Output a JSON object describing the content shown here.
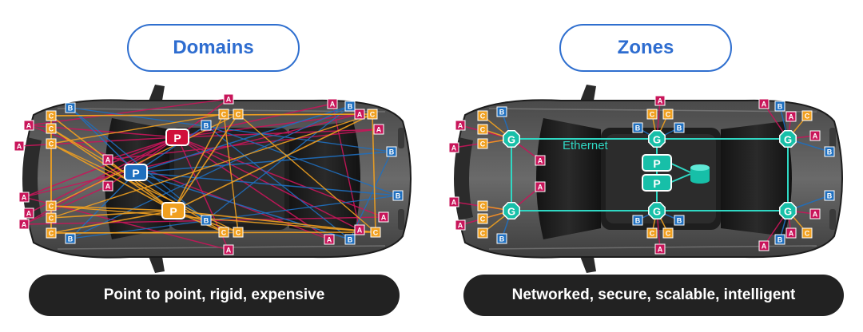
{
  "left_panel": {
    "title": "Domains",
    "caption": "Point to point, rigid, expensive",
    "node_labels": {
      "a": "A",
      "b": "B",
      "c": "C",
      "p": "P"
    }
  },
  "right_panel": {
    "title": "Zones",
    "caption": "Networked, secure, scalable, intelligent",
    "network_label": "Ethernet",
    "node_labels": {
      "a": "A",
      "b": "B",
      "c": "C",
      "p": "P",
      "g": "G"
    }
  },
  "colors": {
    "a_node": "#c8155a",
    "b_node": "#1f6fbf",
    "c_node": "#f0a020",
    "p_red": "#d0103a",
    "p_blue": "#1f6fbf",
    "p_orange": "#f0a020",
    "p_teal": "#17bfa8",
    "gateway": "#17bfa8",
    "ethernet": "#2fd8c4",
    "pill_border": "#2f6fcf",
    "caption_bg": "#222222"
  }
}
